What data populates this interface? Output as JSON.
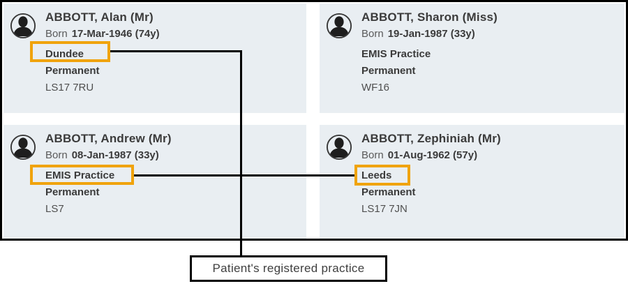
{
  "colors": {
    "highlight_box": "#F0A30C",
    "card_background": "#E9EEF2",
    "connector_line": "#000000",
    "text_dark": "#3B3B3B"
  },
  "icons": {
    "avatar": "person-icon"
  },
  "cards": [
    {
      "name": "ABBOTT, Alan (Mr)",
      "born_label": "Born",
      "born_value": "17-Mar-1946 (74y)",
      "practice": "Dundee",
      "patient_type": "Permanent",
      "postcode": "LS17 7RU",
      "practice_highlighted": true
    },
    {
      "name": "ABBOTT, Sharon (Miss)",
      "born_label": "Born",
      "born_value": "19-Jan-1987 (33y)",
      "practice": "EMIS Practice",
      "patient_type": "Permanent",
      "postcode": "WF16",
      "practice_highlighted": false
    },
    {
      "name": "ABBOTT, Andrew (Mr)",
      "born_label": "Born",
      "born_value": "08-Jan-1987 (33y)",
      "practice": "EMIS Practice",
      "patient_type": "Permanent",
      "postcode": "LS7",
      "practice_highlighted": true
    },
    {
      "name": "ABBOTT, Zephiniah (Mr)",
      "born_label": "Born",
      "born_value": "01-Aug-1962 (57y)",
      "practice": "Leeds",
      "patient_type": "Permanent",
      "postcode": "LS17 7JN",
      "practice_highlighted": true
    }
  ],
  "callout": {
    "label": "Patient's registered practice"
  }
}
